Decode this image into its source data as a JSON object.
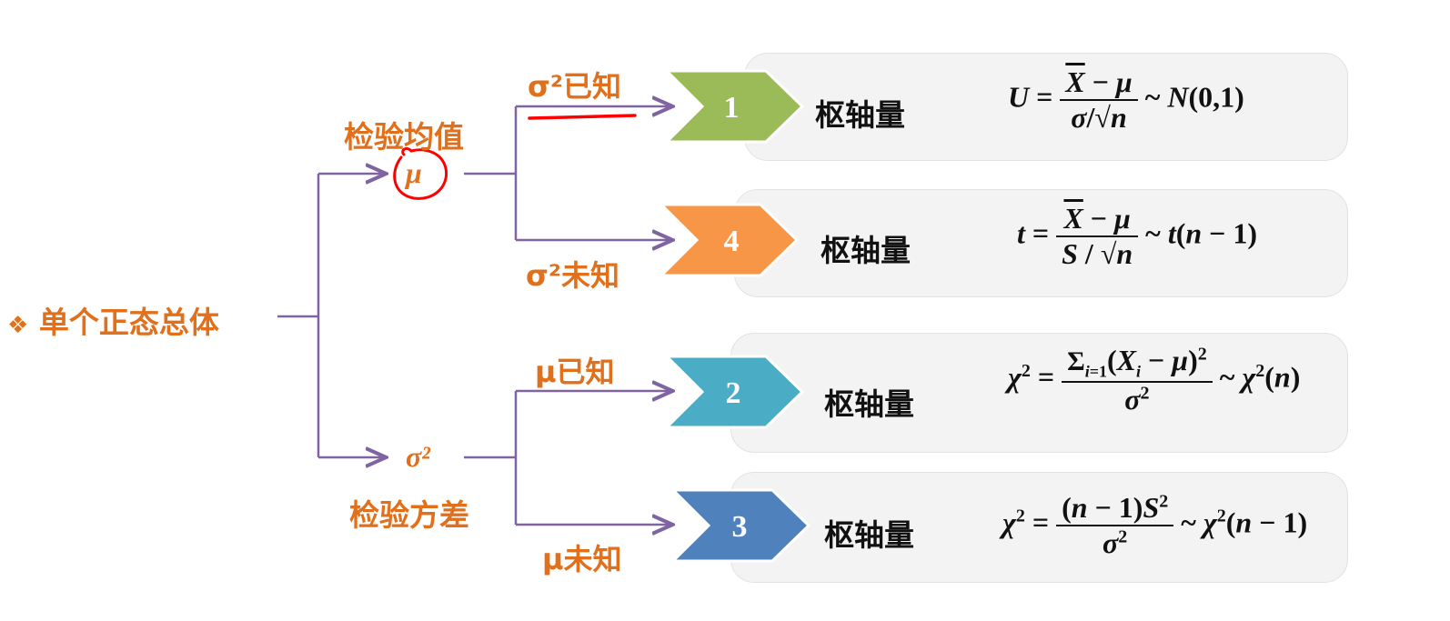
{
  "root": {
    "bullet": "❖",
    "label": "单个正态总体"
  },
  "branches": {
    "mean": {
      "param": "μ",
      "title": "检验均值"
    },
    "variance": {
      "param": "σ²",
      "title": "检验方差"
    }
  },
  "conditions": {
    "sigma_known": "σ²已知",
    "sigma_unknown": "σ²未知",
    "mu_known": "μ已知",
    "mu_unknown": "μ未知"
  },
  "cases": [
    {
      "number": "1",
      "pivot": "枢轴量",
      "color": "#9bbb59",
      "formula": "U = (X̄ − μ)/(σ/√n) ~ N(0,1)"
    },
    {
      "number": "4",
      "pivot": "枢轴量",
      "color": "#f79646",
      "formula": "t = (X̄ − μ)/(S/√n) ~ t(n−1)"
    },
    {
      "number": "2",
      "pivot": "枢轴量",
      "color": "#4bacc6",
      "formula": "χ² = Σ(Xi − μ)²/σ² ~ χ²(n)"
    },
    {
      "number": "3",
      "pivot": "枢轴量",
      "color": "#4f81bd",
      "formula": "χ² = (n−1)S²/σ² ~ χ²(n−1)"
    }
  ],
  "colors": {
    "connector": "#8064a2",
    "label": "#e0701c",
    "annotation": "#ff0000"
  }
}
